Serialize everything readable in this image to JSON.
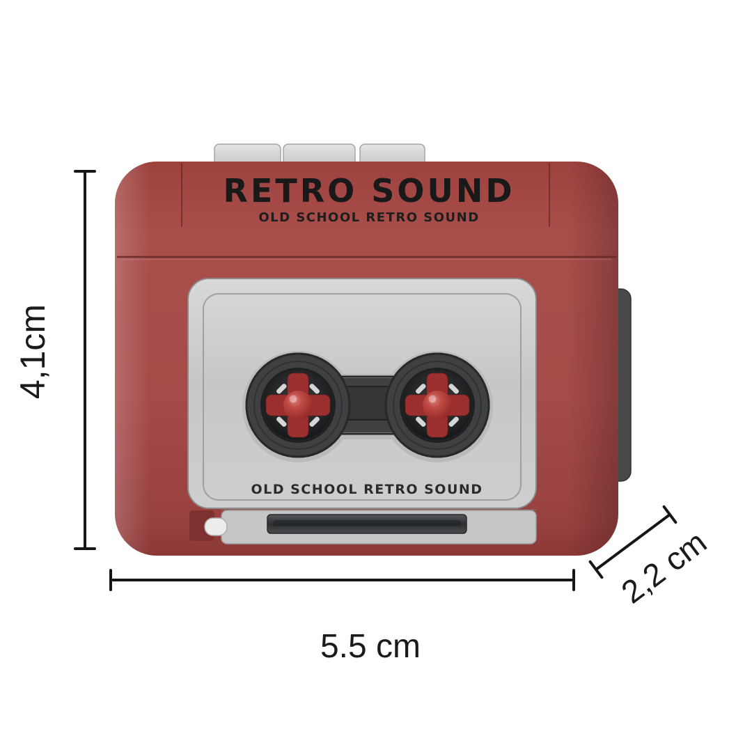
{
  "product": {
    "brand_title": "RETRO SOUND",
    "brand_subtitle": "OLD SCHOOL RETRO SOUND",
    "door_label": "OLD SCHOOL RETRO SOUND"
  },
  "dimensions": {
    "height": "4,1cm",
    "width": "5.5 cm",
    "depth": "2,2 cm"
  },
  "colors": {
    "body_red": "#a54c4a",
    "body_red_dark": "#8b3836",
    "panel_gray": "#cacaca",
    "button_gray": "#d6d6d6",
    "mechanism_dark": "#3e4042",
    "reel_cross_red": "#9a2f2d",
    "hub_red": "#b13434",
    "annotation_black": "#161616",
    "background": "#ffffff"
  }
}
